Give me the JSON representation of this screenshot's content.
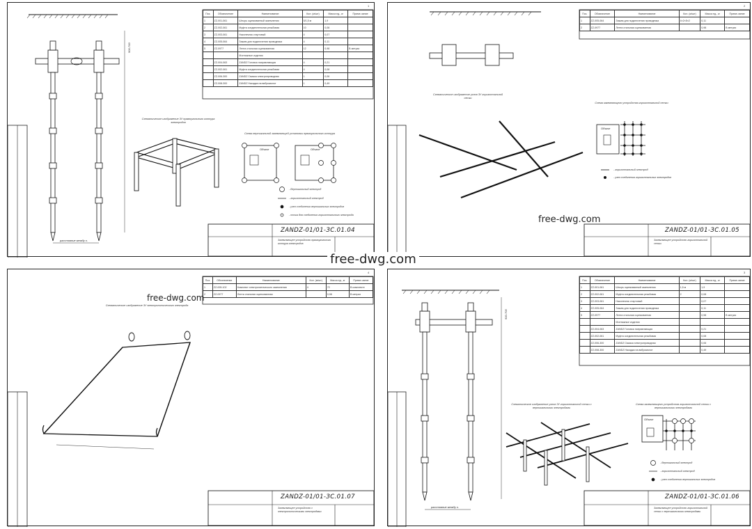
{
  "watermarks": {
    "center": "free-dwg.com",
    "sheet2": "free-dwg.com",
    "sheet3": "free-dwg.com"
  },
  "sheets": [
    {
      "code": "ZANDZ-01/01-ЗС.01.04",
      "sheet_no": "1",
      "dimension_label": "500-700",
      "table_header": [
        "Поз.",
        "Обозначение",
        "Наименование",
        "Кол. (м/шт)",
        "Масса ед., кг",
        "Приме-чание"
      ],
      "table_rows": [
        [
          "1",
          "ZZ-001-061",
          "Штырь оцинкованный заземления",
          "5/1,5 м",
          "1,9",
          ""
        ],
        [
          "2",
          "ZZ-002-061",
          "Муфта соединительная резьбовая",
          "10",
          "0,08",
          ""
        ],
        [
          "3",
          "ZZ-003-061",
          "Наконечник стартовый",
          "4",
          "0,07",
          ""
        ],
        [
          "4",
          "ZZ-005-064",
          "Зажим для подключения проводника",
          "4",
          "0,11",
          ""
        ],
        [
          "5",
          "ZZ-0977",
          "Лента стальная оцинкованная",
          "12",
          "0,98",
          "В метрах"
        ],
        [
          "",
          "",
          "Монтажные изделия",
          "",
          "",
          ""
        ],
        [
          "",
          "ZZ-004-063",
          "ZANDZ Головка направляющая",
          "4",
          "0,21",
          ""
        ],
        [
          "",
          "ZZ-002-061",
          "Муфта соединительная резьбовая",
          "4",
          "0,08",
          ""
        ],
        [
          "",
          "ZZ-006-300",
          "ZANDZ Смазка электропроводная",
          "1",
          "0,06",
          ""
        ],
        [
          "",
          "ZZ-008-300",
          "ZANDZ Насадка на вибромолот",
          "1",
          "0,49",
          ""
        ]
      ],
      "caption_3d": "Схематическое изображение ЗУ прямоугольного контура электродов",
      "caption_plan": "Схема вертикальной заземляющей установки прямоугольного контура",
      "plan_label": "Объект",
      "legend": [
        "- Вертикальный электрод",
        "- горизонтальный электрод",
        "- узел соединения вертикальных электродов",
        "- точка для соединения горизонтального электрода"
      ],
      "bottom_dim": "расстояние между э.",
      "titleblock_text": "Заземляющее устройство прямоугольного контура электродов"
    },
    {
      "code": "ZANDZ-01/01-ЗС.01.05",
      "sheet_no": "2",
      "table_header": [
        "Поз.",
        "Обозначение",
        "Наименование",
        "Кол. (м/шт)",
        "Масса ед., кг",
        "Приме-чание"
      ],
      "table_rows": [
        [
          "1",
          "ZZ-005-064",
          "Зажим для подключения проводника",
          "4×2×5×2",
          "0,11",
          ""
        ],
        [
          "2",
          "ZZ-0977",
          "Лента стальная оцинкованная",
          "",
          "0,98",
          "В метрах"
        ]
      ],
      "caption_3d": "Схематическое изображение узлов ЗУ горизонтальной сетки",
      "caption_plan": "Схема заземляющего устройства горизонтальной сетки",
      "plan_label": "Объект",
      "legend": [
        "- горизонтальный электрод",
        "- узел соединения горизонтальных электродов"
      ],
      "titleblock_text": "Заземляющее устройство горизонтальной сетки"
    },
    {
      "code": "ZANDZ-01/01-ЗС.01.07",
      "sheet_no": "4",
      "table_header": [
        "Поз.",
        "Обозначение",
        "Наименование",
        "Кол. (м/шт)",
        "Масса ед., кг",
        "Приме-чание"
      ],
      "table_rows": [
        [
          "1",
          "ZZ-005-102",
          "Комплект электролитического заземления",
          "4",
          "72",
          "В комплекте"
        ],
        [
          "2",
          "ZZ-0977",
          "Лента стальная оцинкованная",
          "",
          "0,98",
          "В метрах"
        ]
      ],
      "caption_3d": "Схематическое изображение ЗУ электролитического электрода",
      "titleblock_text": "Заземляющее устройство с электролитическими электродами"
    },
    {
      "code": "ZANDZ-01/01-ЗС.01.06",
      "sheet_no": "3",
      "dimension_label": "500-700",
      "table_header": [
        "Поз.",
        "Обозначение",
        "Наименование",
        "Кол. (м/шт)",
        "Масса ед., кг",
        "Приме-чание"
      ],
      "table_rows": [
        [
          "1",
          "ZZ-001-061",
          "Штырь оцинкованный заземления",
          "1,5 м",
          "1,9",
          ""
        ],
        [
          "2",
          "ZZ-002-061",
          "Муфта соединительная резьбовая",
          "2",
          "0,08",
          ""
        ],
        [
          "3",
          "ZZ-003-061",
          "Наконечник стартовый",
          "",
          "0,07",
          ""
        ],
        [
          "4",
          "ZZ-005-064",
          "Зажим для подключения проводника",
          "",
          "0,11",
          ""
        ],
        [
          "5",
          "ZZ-0977",
          "Лента стальная оцинкованная",
          "",
          "0,98",
          "В метрах"
        ],
        [
          "",
          "",
          "Монтажные изделия",
          "",
          "",
          ""
        ],
        [
          "",
          "ZZ-004-063",
          "ZANDZ Головка направляющая",
          "",
          "0,21",
          ""
        ],
        [
          "",
          "ZZ-002-061",
          "Муфта соединительная резьбовая",
          "",
          "0,08",
          ""
        ],
        [
          "",
          "ZZ-006-300",
          "ZANDZ Смазка электропроводная",
          "",
          "0,06",
          ""
        ],
        [
          "",
          "ZZ-008-300",
          "ZANDZ Насадка на вибромолот",
          "",
          "0,49",
          ""
        ]
      ],
      "caption_3d": "Схематическое изображение узлов ЗУ горизонтальной сетки с вертикальными электродами",
      "caption_plan": "Схема заземляющего устройства горизонтальной сетки с вертикальными электродами",
      "plan_label": "Объект",
      "legend": [
        "- Вертикальный электрод",
        "- горизонтальный электрод",
        "- узел соединения вертикальных электродов"
      ],
      "bottom_dim": "расстояние между э.",
      "titleblock_text": "Заземляющее устройство горизонтальной сетки с вертикальными электродами"
    }
  ]
}
